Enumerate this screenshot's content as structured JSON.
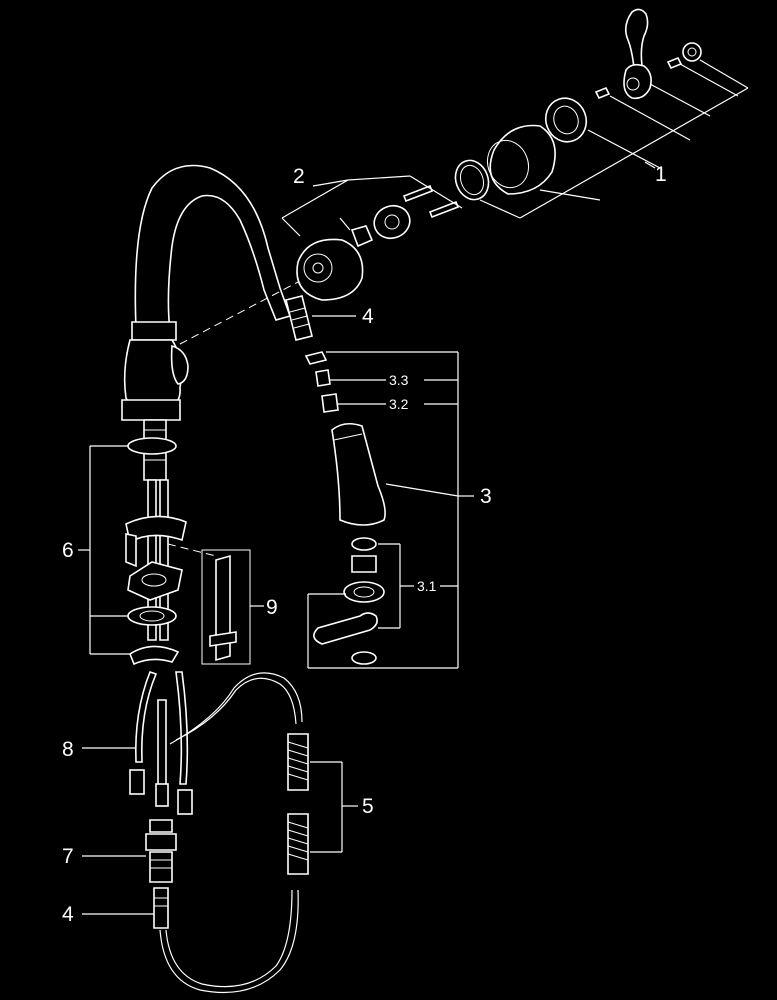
{
  "labels": {
    "l1": "1",
    "l2": "2",
    "l3": "3",
    "l31": "3.1",
    "l32": "3.2",
    "l33": "3.3",
    "l4a": "4",
    "l4b": "4",
    "l5": "5",
    "l6": "6",
    "l7": "7",
    "l8": "8",
    "l9": "9"
  },
  "colors": {
    "background": "#000000",
    "ink": "#ffffff"
  }
}
